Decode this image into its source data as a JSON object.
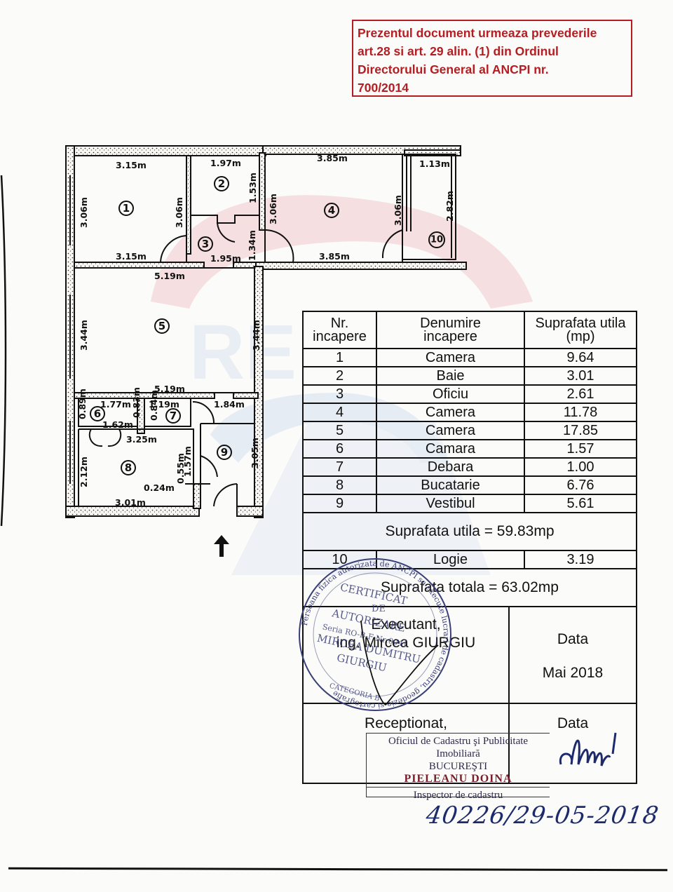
{
  "notice": {
    "lines": [
      "Prezentul document urmeaza prevederile",
      "art.28 si art. 29 alin. (1) din Ordinul",
      "Directorului General al ANCPI nr.",
      "700/2014"
    ],
    "color": "#b51d22"
  },
  "watermark": {
    "text": "RE/MAX",
    "colors": {
      "red": "#f3d3d6",
      "blue": "#d9e3f1"
    }
  },
  "floor_plan": {
    "rooms": [
      {
        "nr": "1",
        "dims": [
          "3.15m",
          "3.06m",
          "3.06m",
          "3.15m"
        ]
      },
      {
        "nr": "2",
        "dims": [
          "1.97m",
          "1.53m"
        ]
      },
      {
        "nr": "3",
        "dims": [
          "1.95m",
          "1.34m"
        ]
      },
      {
        "nr": "4",
        "dims": [
          "3.85m",
          "3.06m",
          "3.06m",
          "3.85m"
        ]
      },
      {
        "nr": "5",
        "dims": [
          "5.19m",
          "3.44m",
          "3.44m",
          "5.19m"
        ]
      },
      {
        "nr": "6",
        "dims": [
          "1.77m",
          "0.89m",
          "0.83m",
          "1.62m"
        ]
      },
      {
        "nr": "7",
        "dims": [
          "1.19m",
          "0.84m"
        ]
      },
      {
        "nr": "8",
        "dims": [
          "3.25m",
          "2.12m",
          "3.01m",
          "0.24m",
          "0.55m"
        ]
      },
      {
        "nr": "9",
        "dims": [
          "1.84m",
          "3.05m",
          "1.57m"
        ]
      },
      {
        "nr": "10",
        "dims": [
          "1.13m",
          "2.82m"
        ]
      }
    ],
    "entrance_arrow": "arrow-up-icon"
  },
  "table": {
    "headers": {
      "nr": [
        "Nr.",
        "incapere"
      ],
      "name": [
        "Denumire",
        "incapere"
      ],
      "area": [
        "Suprafata utila",
        "(mp)"
      ]
    },
    "rows": [
      {
        "nr": "1",
        "name": "Camera",
        "area": "9.64"
      },
      {
        "nr": "2",
        "name": "Baie",
        "area": "3.01"
      },
      {
        "nr": "3",
        "name": "Oficiu",
        "area": "2.61"
      },
      {
        "nr": "4",
        "name": "Camera",
        "area": "11.78"
      },
      {
        "nr": "5",
        "name": "Camera",
        "area": "17.85"
      },
      {
        "nr": "6",
        "name": "Camara",
        "area": "1.57"
      },
      {
        "nr": "7",
        "name": "Debara",
        "area": "1.00"
      },
      {
        "nr": "8",
        "name": "Bucatarie",
        "area": "6.76"
      },
      {
        "nr": "9",
        "name": "Vestibul",
        "area": "5.61"
      }
    ],
    "useful_total": "Suprafata utila = 59.83mp",
    "extra_row": {
      "nr": "10",
      "name": "Logie",
      "area": "3.19"
    },
    "grand_total": "Suprafata totala = 63.02mp",
    "executant": {
      "label": "Executant,",
      "name": "ing. Mircea  GIURGIU",
      "date_label": "Data",
      "date": "Mai 2018"
    },
    "receptionat": {
      "label": "Receptionat,",
      "date_label": "Data"
    }
  },
  "round_stamp": {
    "outer_text": "Persoana fizica autorizata de ANCPI sa execute lucrari de cadastru, geodezie si cartografie",
    "lines": [
      "CERTIFICAT",
      "DE",
      "AUTORIZARE",
      "Seria RO-B-F Nr:0041",
      "MIRCEA DUMITRU",
      "GIURGIU"
    ],
    "category": "CATEGORIA B",
    "color": "#3a3f78"
  },
  "ocpi_stamp": {
    "line1": "Oficiul de Cadastru şi Publicitate Imobiliară",
    "line2": "BUCUREŞTI",
    "name": "PIELEANU DOINA",
    "role": "Inspector de cadastru"
  },
  "handwritten_reg": "40226/29-05-2018"
}
